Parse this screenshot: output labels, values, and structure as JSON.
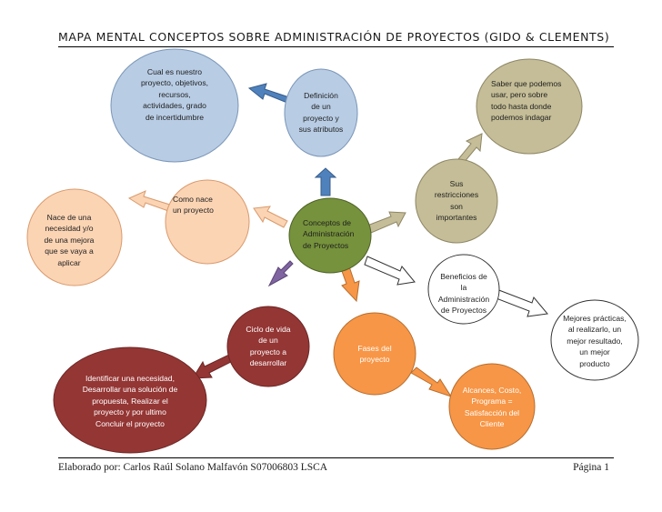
{
  "title": "MAPA MENTAL CONCEPTOS SOBRE ADMINISTRACIÓN DE PROYECTOS (GIDO & CLEMENTS)",
  "footer": {
    "left": "Elaborado por: Carlos Raúl Solano Malfavón   S07006803   LSCA",
    "right": "Página 1"
  },
  "nodes": {
    "center": "Conceptos de\nAdministración\nde  Proyectos",
    "definicion": "Definición\nde un\nproyecto y\nsus atributos",
    "cual_es": "Cual es nuestro\nproyecto, objetivos,\nrecursos,\nactividades, grado\nde incertidumbre",
    "como_nace": "Como nace\nun proyecto",
    "nace_de": "Nace de una\nnecesidad y/o\nde una mejora\nque se vaya a\naplicar",
    "restricciones": "Sus\nrestricciones\nson\nimportantes",
    "saber": "Saber que podemos\nusar,   pero   sobre\ntodo   hasta   donde\npodemos indagar",
    "beneficios": "Beneficios de\nla\nAdministración\nde Proyectos",
    "mejores": "Mejores prácticas,\nal realizarlo, un\nmejor resultado,\nun mejor\nproducto",
    "ciclo": "Ciclo de vida\nde un\nproyecto a\ndesarrollar",
    "identificar": "Identificar una necesidad,\nDesarrollar una solución de\npropuesta, Realizar el\nproyecto y por ultimo\nConcluir el proyecto",
    "fases": "Fases del\nproyecto",
    "alcances": "Alcances, Costo,\nPrograma =\nSatisfacción del\nCliente"
  },
  "colors": {
    "green": "#76923c",
    "blue": "#b8cce4",
    "peach": "#fbd4b4",
    "khaki": "#c4bd97",
    "white": "#ffffff",
    "maroon": "#943634",
    "orange": "#f79646",
    "blue_arrow": "#4f81bd",
    "purple_arrow": "#8064a2"
  }
}
